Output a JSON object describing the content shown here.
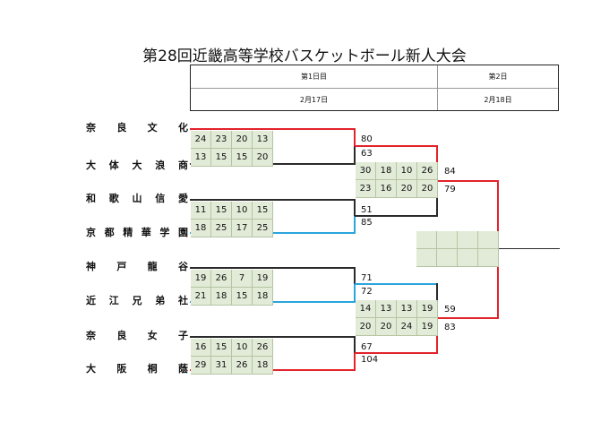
{
  "title": "第28回近畿高等学校バスケットボール新人大会",
  "schedule": {
    "day1_label": "第1日目",
    "day2_label": "第2日",
    "day1_date": "2月17日",
    "day2_date": "2月18日"
  },
  "teams": [
    {
      "name": [
        "奈",
        "良",
        "文",
        "化"
      ]
    },
    {
      "name": [
        "大",
        "体",
        "大",
        "浪",
        "商"
      ]
    },
    {
      "name": [
        "和",
        "歌",
        "山",
        "信",
        "愛"
      ]
    },
    {
      "name": [
        "京",
        "都",
        "精",
        "華",
        "学",
        "園"
      ]
    },
    {
      "name": [
        "神",
        "戸",
        "龍",
        "谷"
      ]
    },
    {
      "name": [
        "近",
        "江",
        "兄",
        "弟",
        "社"
      ]
    },
    {
      "name": [
        "奈",
        "良",
        "女",
        "子"
      ]
    },
    {
      "name": [
        "大",
        "阪",
        "桐",
        "蔭"
      ]
    }
  ],
  "round1": [
    {
      "top_quarters": [
        "24",
        "23",
        "20",
        "13"
      ],
      "bottom_quarters": [
        "13",
        "15",
        "15",
        "20"
      ],
      "top_total": "80",
      "bottom_total": "63"
    },
    {
      "top_quarters": [
        "11",
        "15",
        "10",
        "15"
      ],
      "bottom_quarters": [
        "18",
        "25",
        "17",
        "25"
      ],
      "top_total": "51",
      "bottom_total": "85"
    },
    {
      "top_quarters": [
        "19",
        "26",
        "7",
        "19"
      ],
      "bottom_quarters": [
        "21",
        "18",
        "15",
        "18"
      ],
      "top_total": "71",
      "bottom_total": "72"
    },
    {
      "top_quarters": [
        "16",
        "15",
        "10",
        "26"
      ],
      "bottom_quarters": [
        "29",
        "31",
        "26",
        "18"
      ],
      "top_total": "67",
      "bottom_total": "104"
    }
  ],
  "round2": [
    {
      "top_quarters": [
        "30",
        "18",
        "10",
        "26"
      ],
      "bottom_quarters": [
        "23",
        "16",
        "20",
        "20"
      ],
      "top_total": "84",
      "bottom_total": "79"
    },
    {
      "top_quarters": [
        "14",
        "13",
        "13",
        "19"
      ],
      "bottom_quarters": [
        "20",
        "20",
        "24",
        "19"
      ],
      "top_total": "59",
      "bottom_total": "83"
    }
  ],
  "colors": {
    "winner_line": "#e3232c",
    "upset_line": "#2aa5dc",
    "score_bg": "#e2ebd7"
  }
}
